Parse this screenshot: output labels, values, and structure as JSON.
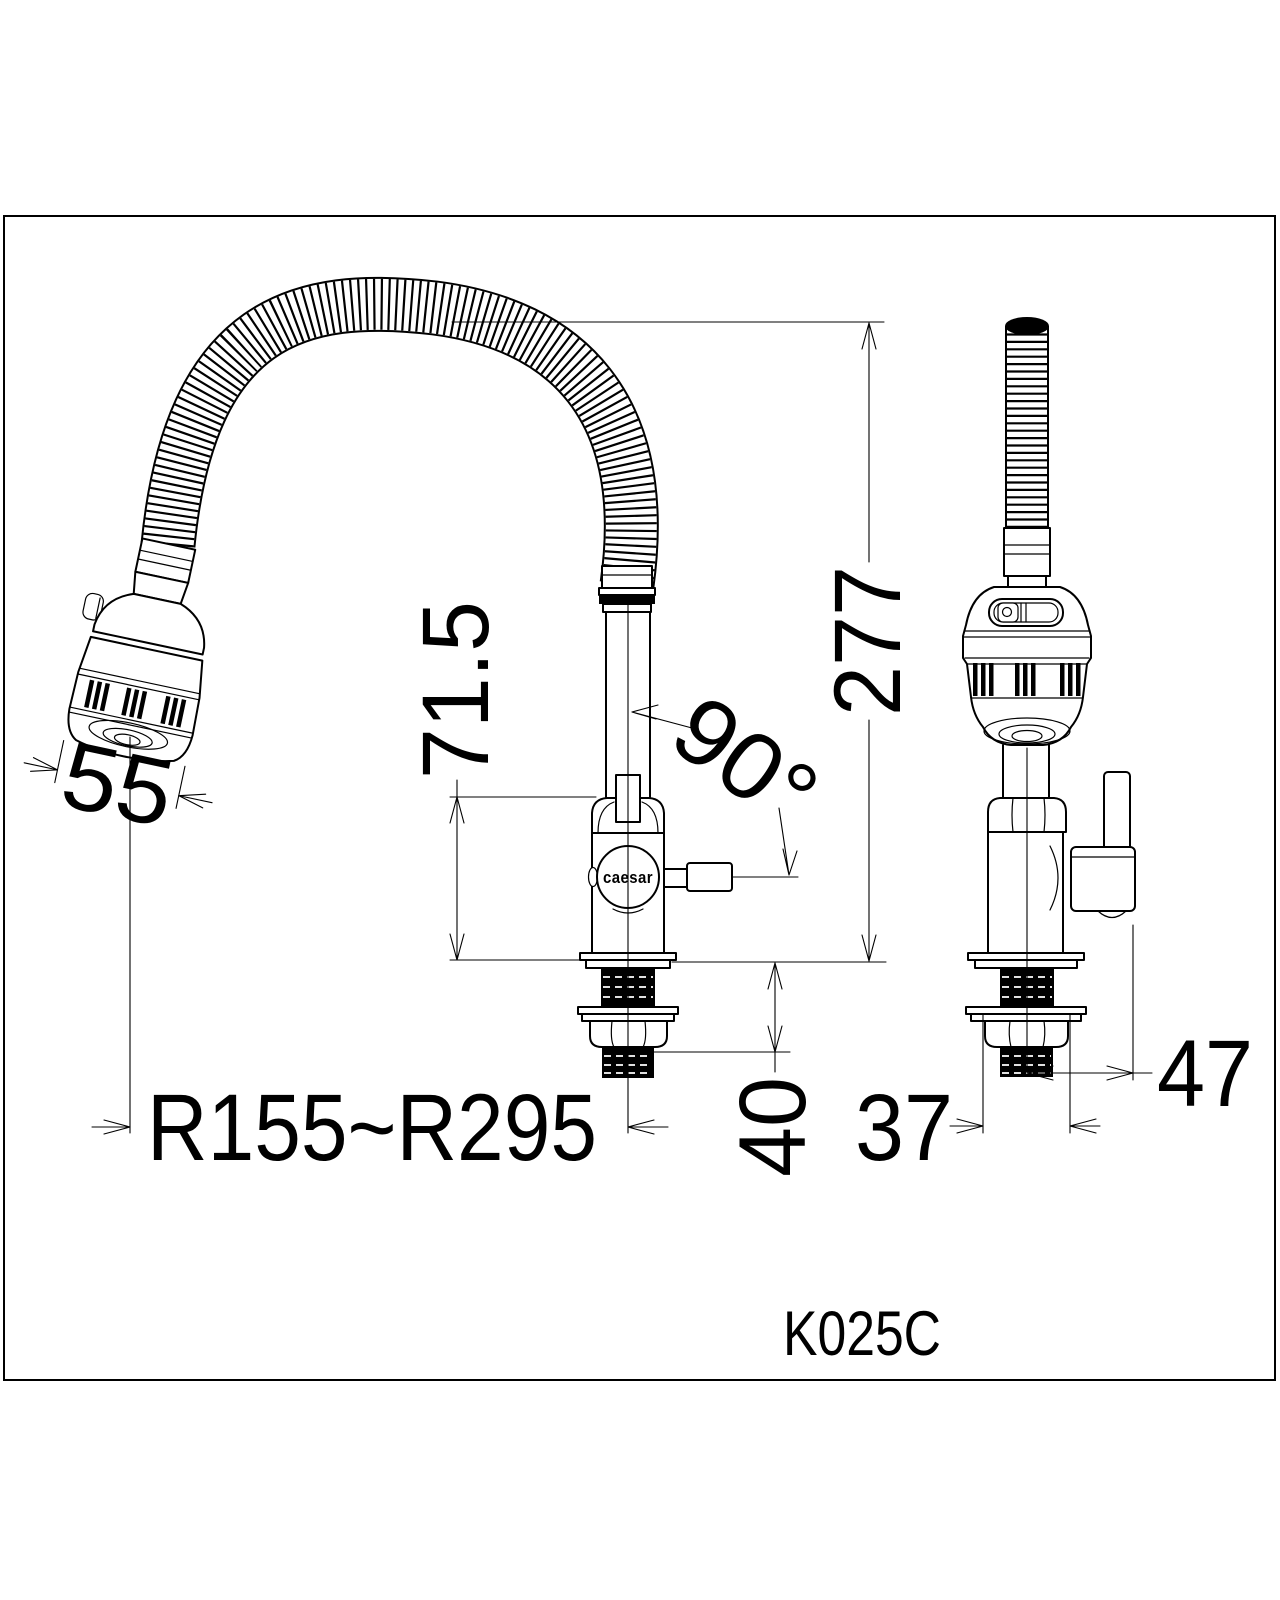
{
  "sheet": {
    "model": "K025C",
    "brand": "caesar",
    "dimensions": {
      "total_height": "277",
      "spout_height": "71.5",
      "swivel_angle": "90°",
      "head_diameter": "55",
      "hose_radius_range": "R155~R295",
      "shank_length": "40",
      "base_width": "37",
      "handle_offset": "47"
    },
    "colors": {
      "line_color": "#000000",
      "background": "#ffffff"
    }
  }
}
